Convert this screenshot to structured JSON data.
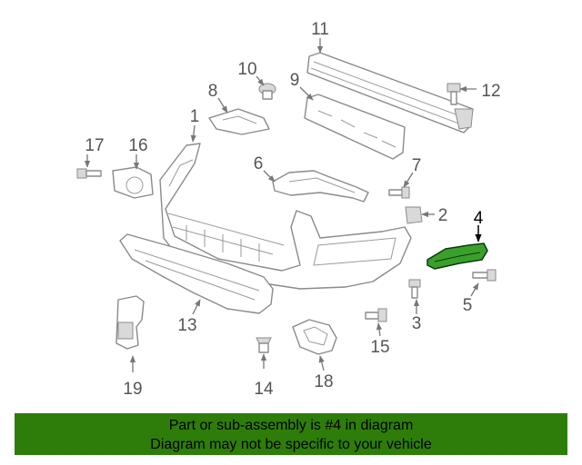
{
  "callouts": {
    "c1": "1",
    "c2": "2",
    "c3": "3",
    "c4": "4",
    "c5": "5",
    "c6": "6",
    "c7": "7",
    "c8": "8",
    "c9": "9",
    "c10": "10",
    "c11": "11",
    "c12": "12",
    "c13": "13",
    "c14": "14",
    "c15": "15",
    "c16": "16",
    "c17": "17",
    "c18": "18",
    "c19": "19"
  },
  "highlight": {
    "part_number": "4",
    "color": "#3aa02b"
  },
  "footer": {
    "line1": "Part or sub-assembly is #4 in diagram",
    "line2": "Diagram may not be specific to your vehicle",
    "background": "#2e7d0a"
  }
}
